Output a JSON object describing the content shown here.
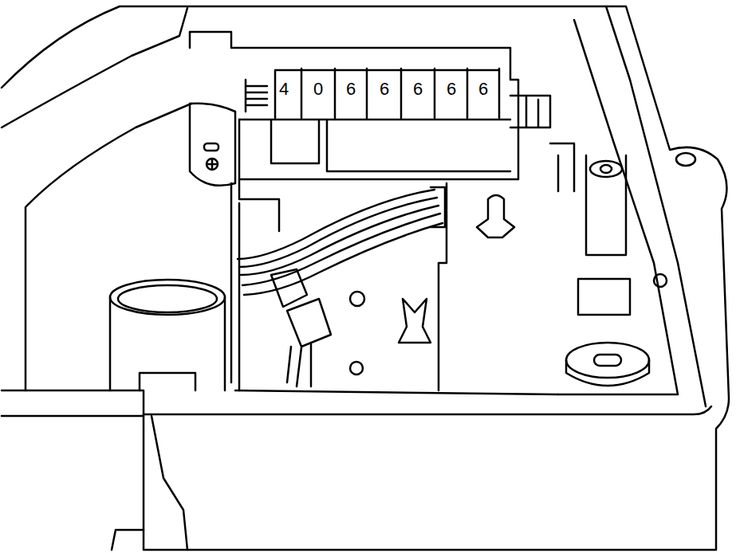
{
  "diagram": {
    "labels": [
      "4",
      "0",
      "6",
      "6",
      "6",
      "6",
      "6"
    ]
  }
}
